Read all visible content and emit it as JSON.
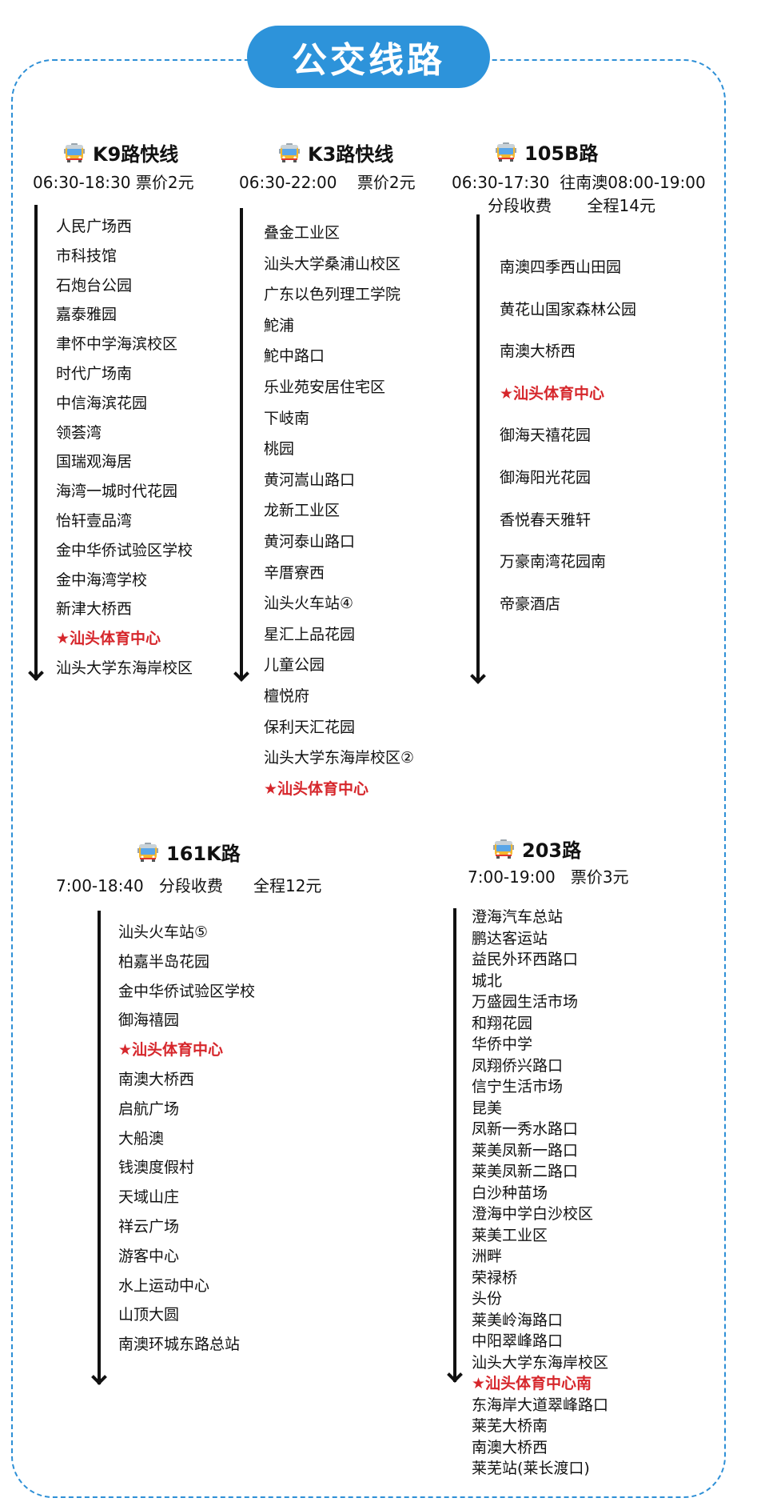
{
  "page": {
    "title": "公交线路",
    "accent_color": "#2d93da",
    "highlight_color": "#d6262b"
  },
  "routes": [
    {
      "name": "K9路快线",
      "icon": "bus-icon",
      "info_line1": "06:30-18:30 票价2元",
      "stops": [
        "人民广场西",
        "市科技馆",
        "石炮台公园",
        "嘉泰雅园",
        "聿怀中学海滨校区",
        "时代广场南",
        "中信海滨花园",
        "领荟湾",
        "国瑞观海居",
        "海湾一城时代花园",
        "怡轩壹品湾",
        "金中华侨试验区学校",
        "金中海湾学校",
        "新津大桥西",
        "★汕头体育中心",
        "汕头大学东海岸校区"
      ],
      "highlight_index": 14
    },
    {
      "name": "K3路快线",
      "icon": "bus-icon",
      "info_line1": "06:30-22:00    票价2元",
      "stops": [
        "叠金工业区",
        "汕头大学桑浦山校区",
        "广东以色列理工学院",
        "鮀浦",
        "鮀中路口",
        "乐业苑安居住宅区",
        "下岐南",
        "桃园",
        "黄河嵩山路口",
        "龙新工业区",
        "黄河泰山路口",
        "辛厝寮西",
        "汕头火车站④",
        "星汇上品花园",
        "儿童公园",
        "檀悦府",
        "保利天汇花园",
        "汕头大学东海岸校区②",
        "★汕头体育中心"
      ],
      "highlight_index": 18
    },
    {
      "name": "105B路",
      "icon": "bus-icon",
      "info_line1": "06:30-17:30  往南澳08:00-19:00",
      "info_line2": "分段收费       全程14元",
      "stops": [
        "南澳四季西山田园",
        "黄花山国家森林公园",
        "南澳大桥西",
        "★汕头体育中心",
        "御海天禧花园",
        "御海阳光花园",
        "香悦春天雅轩",
        "万豪南湾花园南",
        "帝豪酒店"
      ],
      "highlight_index": 3
    },
    {
      "name": "161K路",
      "icon": "bus-icon",
      "info_line1": "7:00-18:40   分段收费      全程12元",
      "stops": [
        "汕头火车站⑤",
        "柏嘉半岛花园",
        "金中华侨试验区学校",
        "御海禧园",
        "★汕头体育中心",
        "南澳大桥西",
        "启航广场",
        "大船澳",
        "钱澳度假村",
        "天域山庄",
        "祥云广场",
        "游客中心",
        "水上运动中心",
        "山顶大圆",
        "南澳环城东路总站"
      ],
      "highlight_index": 4
    },
    {
      "name": "203路",
      "icon": "bus-icon",
      "info_line1": "7:00-19:00   票价3元",
      "stops": [
        "澄海汽车总站",
        "鹏达客运站",
        "益民外环西路口",
        "城北",
        "万盛园生活市场",
        "和翔花园",
        "华侨中学",
        "凤翔侨兴路口",
        "信宁生活市场",
        "昆美",
        "凤新一秀水路口",
        "莱美凤新一路口",
        "莱美凤新二路口",
        "白沙种苗场",
        "澄海中学白沙校区",
        "莱美工业区",
        "洲畔",
        "荣禄桥",
        "头份",
        "莱美岭海路口",
        "中阳翠峰路口",
        "汕头大学东海岸校区",
        "★汕头体育中心南",
        "东海岸大道翠峰路口",
        "莱芜大桥南",
        "南澳大桥西",
        "莱芜站(莱长渡口)"
      ],
      "highlight_index": 22
    }
  ]
}
